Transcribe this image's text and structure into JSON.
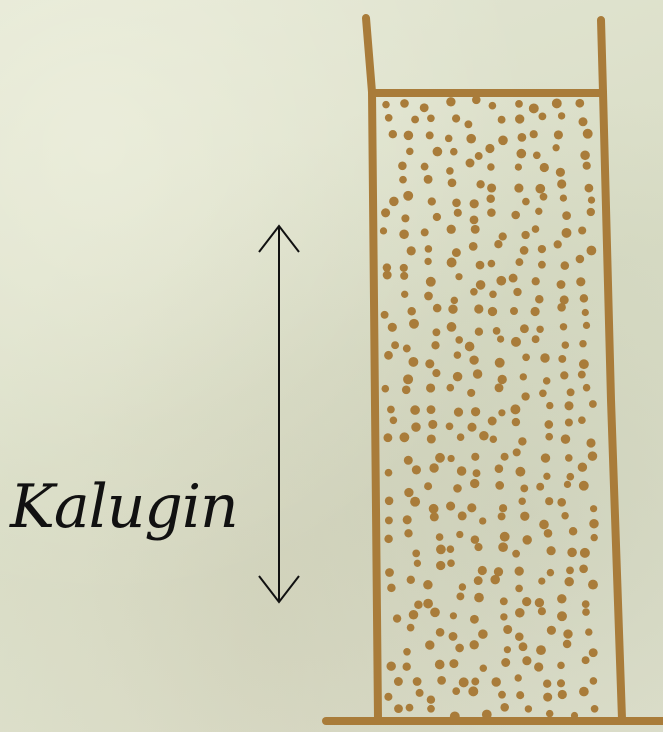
{
  "diagram": {
    "label": "Kalugin",
    "colors": {
      "background": "#dfe3cf",
      "column_stroke": "#a97c3a",
      "particle": "#a97c3a",
      "arrow": "#111111",
      "label": "#111111"
    },
    "elements": {
      "arrow": "double-headed-vertical-arrow",
      "column": "granular-filled-column"
    }
  }
}
